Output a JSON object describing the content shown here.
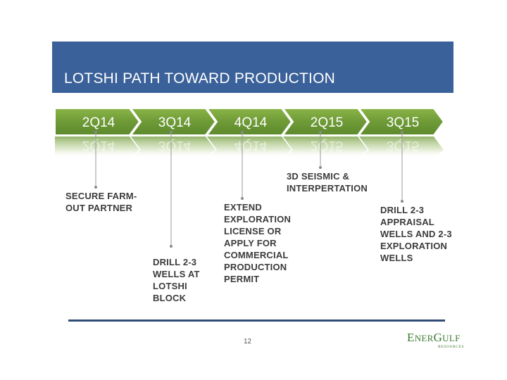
{
  "title": "LOTSHI PATH TOWARD PRODUCTION",
  "timeline": [
    {
      "label": "2Q14",
      "milestone": [
        "SECURE FARM-",
        "OUT PARTNER"
      ]
    },
    {
      "label": "3Q14",
      "milestone": [
        "DRILL 2-3",
        "WELLS AT",
        "LOTSHI",
        "BLOCK"
      ]
    },
    {
      "label": "4Q14",
      "milestone": [
        "EXTEND",
        "EXPLORATION",
        "LICENSE OR",
        "APPLY FOR",
        "COMMERCIAL",
        "PRODUCTION",
        "PERMIT"
      ]
    },
    {
      "label": "2Q15",
      "milestone": [
        "3D SEISMIC &",
        "INTERPERTATION"
      ]
    },
    {
      "label": "3Q15",
      "milestone": [
        "DRILL 2-3",
        "APPRAISAL",
        "WELLS AND 2-3",
        "EXPLORATION",
        "WELLS"
      ]
    }
  ],
  "page_number": "12",
  "logo": {
    "name": "EnerGulf",
    "sub": "RESOURCES"
  },
  "colors": {
    "title_bar": "#3a6199",
    "chevron": "#6e9a37",
    "rule": "#2f4d78",
    "text": "#3b3b3b"
  }
}
